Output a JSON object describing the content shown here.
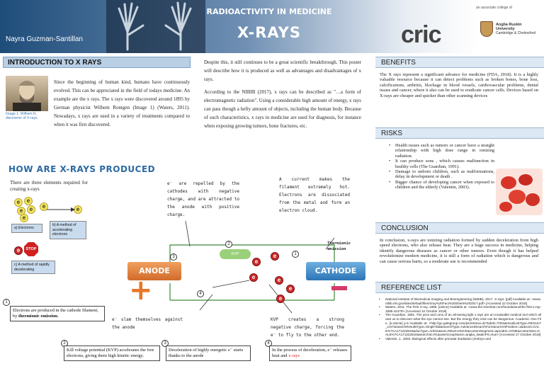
{
  "header": {
    "title": "RADIOACTIVITY IN MEDICINE",
    "subtitle": "X-RAYS",
    "author": "Nayra Guzman-Santillan",
    "logo_text": "cric",
    "assoc_text": "an associate college of",
    "university": "Anglia Ruskin University",
    "campus": "Cambridge & Chelmsford"
  },
  "intro": {
    "heading": "INTRODUCTION TO X RAYS",
    "col1": "Since the beginning of human kind, humans have continuously evolved. This can be appreciated in the field of todays medicine. An example are the x rays. The x rays were discovered around 1895 by German physicist Wilhem Rontgen (Image 1) (Waters, 2011). Nowadays, x rays are used in a variety of treatments compared to when it was first discovered.",
    "caption": "Image 1. Wilhem R, discoverer of X-rays.",
    "col2a": "Despite this, it still continues to be a great scientific breakthrough. This poster will describe how it is produced as well as advantages and disadvantages of x rays.",
    "col2b": "According to the NIBIB (2017), x rays can be described as \"…a form of electromagnetic radiation\". Using a considerable high amount of energy, x rays can pass though a hefty amount of objects, including the human body. Because of such characteristics, x rays in medicine are used for diagnosis, for instance when exposing growing tumors, bone fractures, etc."
  },
  "how": {
    "heading": "HOW ARE X-RAYS PRODUCED",
    "elements_text": "There are three elements required for creating x-rays",
    "label_a": "a) Electrons",
    "label_b": "b) A method of accelerating electrons",
    "label_c": "c) A method of rapidly decelerating",
    "stop": "STOP",
    "e": "e",
    "anode": "ANODE",
    "cathode": "CATHODE",
    "kvp": "KVP",
    "thermionic": "Thermionic emission",
    "plus": "+",
    "minus": "−",
    "note_charge": "e⁻ are repelled by the cathodes with negative charge, and are attracted to the anode with positive charge.",
    "note_current": "A current makes the filament extremely hot. Electrons are dissociated from the metal and form an electron cloud.",
    "note_slam": "e⁻ slam themselves against the anode",
    "note_force": "KVP creates a strong negative charge, forcing the e⁻ to fly to the other end.",
    "step1_pre": "Electrons are produced in the cathode filament, by ",
    "step1_bold": "thermionic emission.",
    "step2": "Kill voltage potential (KVP) accelerates the free electrons, giving them high kinetic energy.",
    "step3": "Deceleration of highly energetic e⁻ starts thanks to the anode",
    "step4_pre": "In the process of deceleration, e⁻ releases heat and ",
    "step4_red": "x-rays",
    "n1": "1",
    "n2": "2",
    "n3": "3",
    "n4": "4"
  },
  "benefits": {
    "heading": "BENEFITS",
    "text": "The X rays represent a significant advance for medicine (FDA, 2018). It is a highly valuable resource because it can detect problems such as broken bones, bone loss, calcifications, arthritis, blockage in blood vessels, cardiovascular problems, dental issues and cancer, where it also can be used to eradicate cancer cells. Devices based on X-rays are cheaper and quicker than other scanning devices"
  },
  "risks": {
    "heading": "RISKS",
    "items": [
      "Health issues such as tumors or cancer have a straight relationship with high dose range in ionizing radiation.",
      "It can produce sons , which causes malfunction in healthy cells (The Guardian, 1991).",
      "Damage to unborn children, such as malformations, delay in development or death .",
      "Bigger chance of developing cancer when exposed to children and the elderly (Valentin, 2003)."
    ]
  },
  "conclusion": {
    "heading": "CONCLUSION",
    "text": "In conclusion, x-rays are ionizing radiation formed by sudden deceleration from high speed electrons, who also release heat. They are a huge success in medicine, helping identify dangerous diseases as cancer or other tumors. Even though it has helped revolutionize modern medicine, it is still a form of radiation which is dangerous and can cause serious harm, so a moderate use is recommended"
  },
  "references": {
    "heading": "REFERENCE LIST",
    "items": [
      "National Institute of Biomedical Imaging and Bioengineering (NIBIB), 2017. X-rays. [pdf] Available at: <www.nibib.nih.gov/sites/default/files/Xray%20Fact%20Sheet%202017.pdf> [Accessed 10 October 2018]",
      "Waters, 2011. The First X-ray, 1895. [online] Available at: <www.the-scientist.com/foundations/the-first-x-ray-1895-42279> [Accessed 10 October 2018]",
      "The Guardian, 1991. The pros and cons of an all-seeing light x rays are an invaluable medical tool which allows us to discover what the eye cannot see. But the energy they emit can be dangerous. Academic One File. [e-article] p.8 Available at: <http://go.galegroup.com/ps/retrieve.do?tabID=T004&resultListType=RESULT_LIST&searchResultsType=SingleTab&searchType=AdvancedSearchForm&currentPosition=1&docId=GALE%7CA171222816&docType=Article&sort=RELEVANCE&contentSegment=&prodId=AONE&contentSet=GALE%7CA171222816&searchId=R1&userGroupName=anglia_itw&inPS=true> [Accessed 17 October 2018]",
      "Valentin, J., 2003. Biological effects after prenatal irradiation (embryo and"
    ]
  }
}
